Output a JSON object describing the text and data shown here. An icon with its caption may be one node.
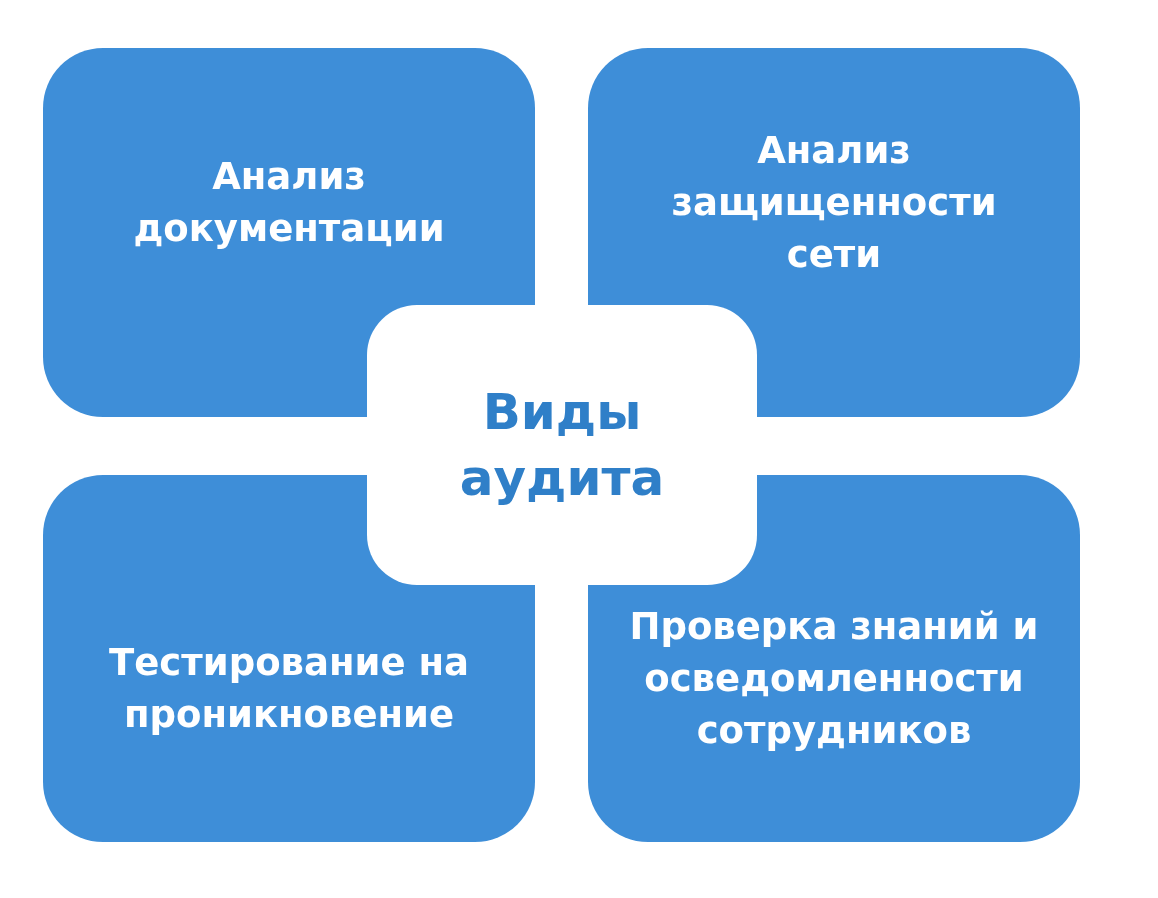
{
  "diagram": {
    "nodes": [
      {
        "text": [
          "Анализ документации"
        ]
      },
      {
        "text": [
          "Анализ защищенности сети"
        ]
      },
      {
        "text": [
          "Виды аудита"
        ]
      },
      {
        "text": [
          "Тестирование на проникновение"
        ]
      },
      {
        "text": [
          "Проверка знаний и осведомленности сотрудников"
        ]
      }
    ],
    "edges": []
  }
}
